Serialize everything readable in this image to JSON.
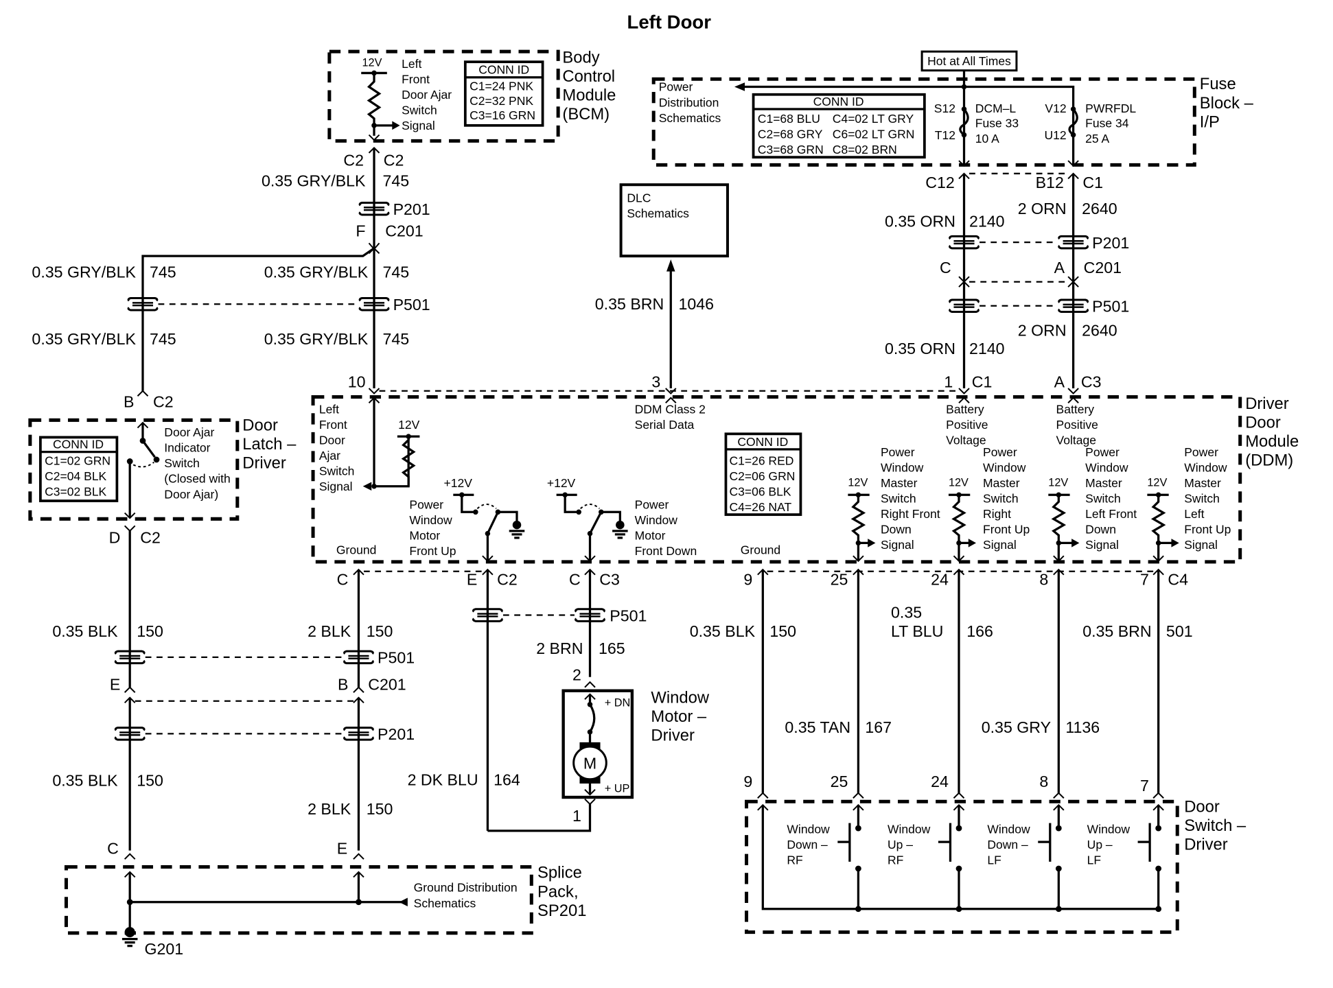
{
  "title": "Left Door",
  "bcm": {
    "name": [
      "Body",
      "Control",
      "Module",
      "(BCM)"
    ],
    "v12": "12V",
    "signal": [
      "Left",
      "Front",
      "Door Ajar",
      "Switch",
      "Signal"
    ],
    "conn_id": {
      "header": "CONN ID",
      "rows": [
        "C1=24 PNK",
        "C2=32 PNK",
        "C3=16 GRN"
      ]
    },
    "conn_left": "C2",
    "conn_right": "C2"
  },
  "fuse_block": {
    "name": [
      "Fuse",
      "Block –",
      "I/P"
    ],
    "hot": "Hot at All Times",
    "power_dist": [
      "Power",
      "Distribution",
      "Schematics"
    ],
    "conn_id": {
      "header": "CONN ID",
      "rows": [
        "C1=68 BLU",
        "C2=68 GRY",
        "C3=68 GRN"
      ],
      "rows2": [
        "C4=02 LT GRY",
        "C6=02 LT GRN",
        "C8=02 BRN"
      ]
    },
    "fuse33": {
      "in": "S12",
      "out": "T12",
      "label": [
        "DCM–L",
        "Fuse 33",
        "10 A"
      ]
    },
    "fuse34": {
      "in": "V12",
      "out": "U12",
      "label": [
        "PWRFDL",
        "Fuse 34",
        "25 A"
      ]
    },
    "out_c12": "C12",
    "out_b12": "B12",
    "out_c1": "C1"
  },
  "dlc": {
    "label": [
      "DLC",
      "Schematics"
    ]
  },
  "wires": {
    "w745a": {
      "gauge": "0.35 GRY/BLK",
      "circuit": "745"
    },
    "p201": "P201",
    "c201": "C201",
    "p501": "P501",
    "f": "F",
    "w745b_left": {
      "gauge": "0.35 GRY/BLK",
      "circuit": "745"
    },
    "w745b_right": {
      "gauge": "0.35 GRY/BLK",
      "circuit": "745"
    },
    "w745c_left": {
      "gauge": "0.35 GRY/BLK",
      "circuit": "745"
    },
    "w745c_right": {
      "gauge": "0.35 GRY/BLK",
      "circuit": "745"
    },
    "w1046": {
      "gauge": "0.35 BRN",
      "circuit": "1046"
    },
    "w2140a": {
      "gauge": "0.35 ORN",
      "circuit": "2140"
    },
    "w2140b": {
      "gauge": "0.35 ORN",
      "circuit": "2140"
    },
    "w2640a": {
      "gauge": "2 ORN",
      "circuit": "2640"
    },
    "w2640b": {
      "gauge": "2 ORN",
      "circuit": "2640"
    },
    "pin_c": "C",
    "pin_a": "A",
    "w150_left_a": {
      "gauge": "0.35 BLK",
      "circuit": "150"
    },
    "w150_left_b": {
      "gauge": "0.35 BLK",
      "circuit": "150"
    },
    "w150_right_a": {
      "gauge": "2 BLK",
      "circuit": "150"
    },
    "w150_right_b": {
      "gauge": "2 BLK",
      "circuit": "150"
    },
    "w165": {
      "gauge": "2 BRN",
      "circuit": "165"
    },
    "w164": {
      "gauge": "2 DK BLU",
      "circuit": "164"
    },
    "w150_ddm": {
      "gauge": "0.35 BLK",
      "circuit": "150"
    },
    "w166": {
      "gauge": [
        "0.35",
        "LT BLU"
      ],
      "circuit": "166"
    },
    "w501": {
      "gauge": "0.35 BRN",
      "circuit": "501"
    },
    "w167": {
      "gauge": "0.35 TAN",
      "circuit": "167"
    },
    "w1136": {
      "gauge": "0.35 GRY",
      "circuit": "1136"
    }
  },
  "door_latch": {
    "name": [
      "Door",
      "Latch –",
      "Driver"
    ],
    "top_pin": "B",
    "top_conn": "C2",
    "bot_pin": "D",
    "bot_conn": "C2",
    "switch_label": [
      "Door Ajar",
      "Indicator",
      "Switch",
      "(Closed with",
      "Door Ajar)"
    ],
    "conn_id": {
      "header": "CONN ID",
      "rows": [
        "C1=02 GRN",
        "C2=04 BLK",
        "C3=02 BLK"
      ]
    }
  },
  "ddm": {
    "name": [
      "Driver",
      "Door",
      "Module",
      "(DDM)"
    ],
    "top_pins": {
      "p10": "10",
      "p3": "3",
      "p1": "1",
      "c1": "C1",
      "pa": "A",
      "c3": "C3"
    },
    "ajar_signal": [
      "Left",
      "Front",
      "Door",
      "Ajar",
      "Switch",
      "Signal"
    ],
    "v12": "12V",
    "serial": [
      "DDM Class 2",
      "Serial Data"
    ],
    "batt1": [
      "Battery",
      "Positive",
      "Voltage"
    ],
    "batt2": [
      "Battery",
      "Positive",
      "Voltage"
    ],
    "conn_id": {
      "header": "CONN ID",
      "rows": [
        "C1=26 RED",
        "C2=06 GRN",
        "C3=06 BLK",
        "C4=26 NAT"
      ]
    },
    "ground_left": "Ground",
    "ground_right": "Ground",
    "plus12a": "+12V",
    "plus12b": "+12V",
    "motor_up": [
      "Power",
      "Window",
      "Motor",
      "Front Up"
    ],
    "motor_down": [
      "Power",
      "Window",
      "Motor",
      "Front Down"
    ],
    "sw_signals": [
      {
        "v": "12V",
        "label": [
          "Power",
          "Window",
          "Master",
          "Switch",
          "Right Front",
          "Down",
          "Signal"
        ]
      },
      {
        "v": "12V",
        "label": [
          "Power",
          "Window",
          "Master",
          "Switch",
          "Right",
          "Front Up",
          "Signal"
        ]
      },
      {
        "v": "12V",
        "label": [
          "Power",
          "Window",
          "Master",
          "Switch",
          "Left Front",
          "Down",
          "Signal"
        ]
      },
      {
        "v": "12V",
        "label": [
          "Power",
          "Window",
          "Master",
          "Switch",
          "Left",
          "Front Up",
          "Signal"
        ]
      }
    ],
    "bot_pins": {
      "c": "C",
      "e": "E",
      "c2": "C2",
      "c_b": "C",
      "c3": "C3",
      "p9": "9",
      "p25": "25",
      "p24": "24",
      "p8": "8",
      "p7": "7",
      "c4": "C4"
    }
  },
  "motor": {
    "name": [
      "Window",
      "Motor –",
      "Driver"
    ],
    "pin2": "2",
    "pin1": "1",
    "dn": "+ DN",
    "up": "+ UP",
    "m": "M"
  },
  "left_harness": {
    "e": "E",
    "b": "B",
    "c": "C",
    "e2": "E"
  },
  "splice": {
    "name": [
      "Splice",
      "Pack,",
      "SP201"
    ],
    "ground_dist": [
      "Ground Distribution",
      "Schematics"
    ],
    "g201": "G201"
  },
  "door_switch": {
    "name": [
      "Door",
      "Switch –",
      "Driver"
    ],
    "pins": [
      "9",
      "25",
      "24",
      "8",
      "7"
    ],
    "switches": [
      [
        "Window",
        "Down –",
        "RF"
      ],
      [
        "Window",
        "Up –",
        "RF"
      ],
      [
        "Window",
        "Down –",
        "LF"
      ],
      [
        "Window",
        "Up –",
        "LF"
      ]
    ]
  }
}
